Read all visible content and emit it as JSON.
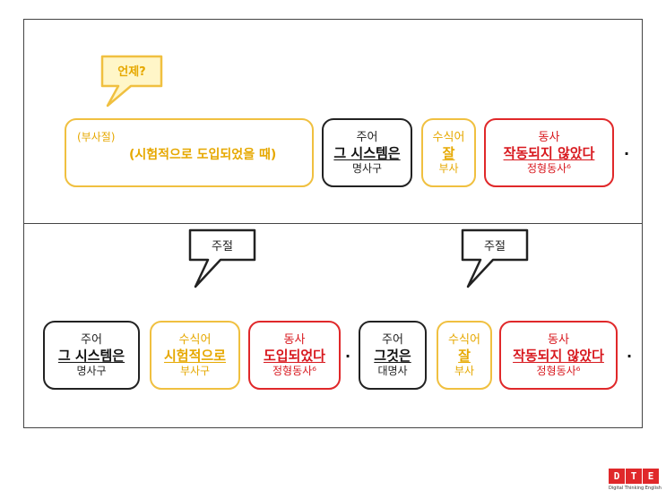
{
  "top": {
    "callout": "언제?",
    "adverb_clause": {
      "label": "(부사절)",
      "text": "(시험적으로 도입되었을 때)"
    },
    "subject": {
      "role": "주어",
      "word": "그 시스템은",
      "type": "명사구"
    },
    "modifier": {
      "role": "수식어",
      "word": "잘",
      "type": "부사"
    },
    "verb": {
      "role": "동사",
      "word": "작동되지 않았다",
      "type": "정형동사⁶"
    },
    "period": "."
  },
  "bottom": {
    "callout_left": "주절",
    "callout_right": "주절",
    "clause1": {
      "subject": {
        "role": "주어",
        "word": "그 시스템은",
        "type": "명사구"
      },
      "modifier": {
        "role": "수식어",
        "word": "시험적으로",
        "type": "부사구"
      },
      "verb": {
        "role": "동사",
        "word": "도입되었다",
        "type": "정형동사⁶"
      },
      "period": "."
    },
    "clause2": {
      "subject": {
        "role": "주어",
        "word": "그것은",
        "type": "대명사"
      },
      "modifier": {
        "role": "수식어",
        "word": "잘",
        "type": "부사"
      },
      "verb": {
        "role": "동사",
        "word": "작동되지 않았다",
        "type": "정형동사⁶"
      },
      "period": "."
    }
  },
  "logo": {
    "mark": [
      "D",
      "T",
      "E"
    ],
    "tagline": "Digital Thinking English"
  },
  "colors": {
    "black": "#222222",
    "yellow": "#f0c040",
    "red": "#e0282a"
  }
}
